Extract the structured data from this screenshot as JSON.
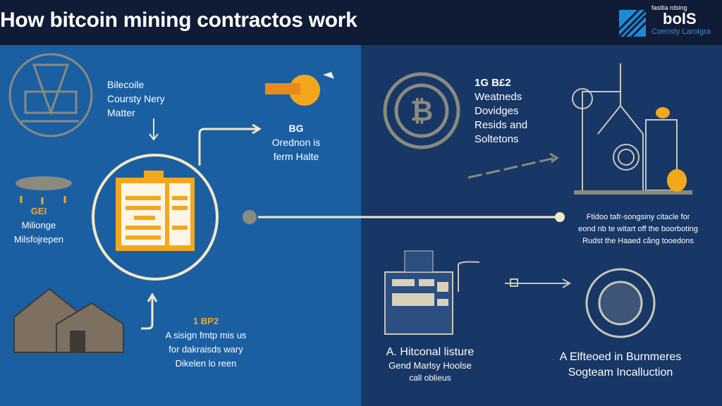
{
  "header": {
    "title": "How bitcoin mining contractos work",
    "logo": {
      "top": "fastlia rdsing",
      "big": "bolS",
      "sub": "Coensty Larolgra"
    }
  },
  "left": {
    "top_label": [
      "Bilecoile",
      "Coursty Nery",
      "Matter"
    ],
    "upper_right": {
      "heading": "BG",
      "lines": [
        "Orednon is",
        "ferm Halte"
      ]
    },
    "left_side": {
      "heading": "GEI",
      "lines": [
        "Milionge",
        "Milsfojrepen"
      ]
    },
    "bottom": {
      "heading": "1 BP2",
      "lines": [
        "A sisign fmtp mis us",
        "for dakraisds wary",
        "Dikelen lo reen"
      ]
    },
    "node_icon": "B"
  },
  "right": {
    "top_text": {
      "heading": "1G B£2",
      "lines": [
        "Weatneds",
        "Dovidges",
        "Resids and",
        "Soltetons"
      ]
    },
    "building_caption": [
      "Ftidoo tafr-songsiny citacle for",
      "eond nb te witart off the boorboting",
      "Rudst the Haaed cãng tooedons"
    ],
    "machine_caption": {
      "title": "A. Hitconal listure",
      "lines": [
        "Gend Marlsy Hoolse",
        "call oblieus"
      ]
    },
    "gear_caption": [
      "A Elfteoed in Burnmeres",
      "Sogteam Incalluction"
    ]
  },
  "colors": {
    "header": "#101b35",
    "left_panel": "#1b5fa3",
    "right_panel": "#173766",
    "accent": "#f3a81c",
    "line": "#f4e8c4"
  }
}
